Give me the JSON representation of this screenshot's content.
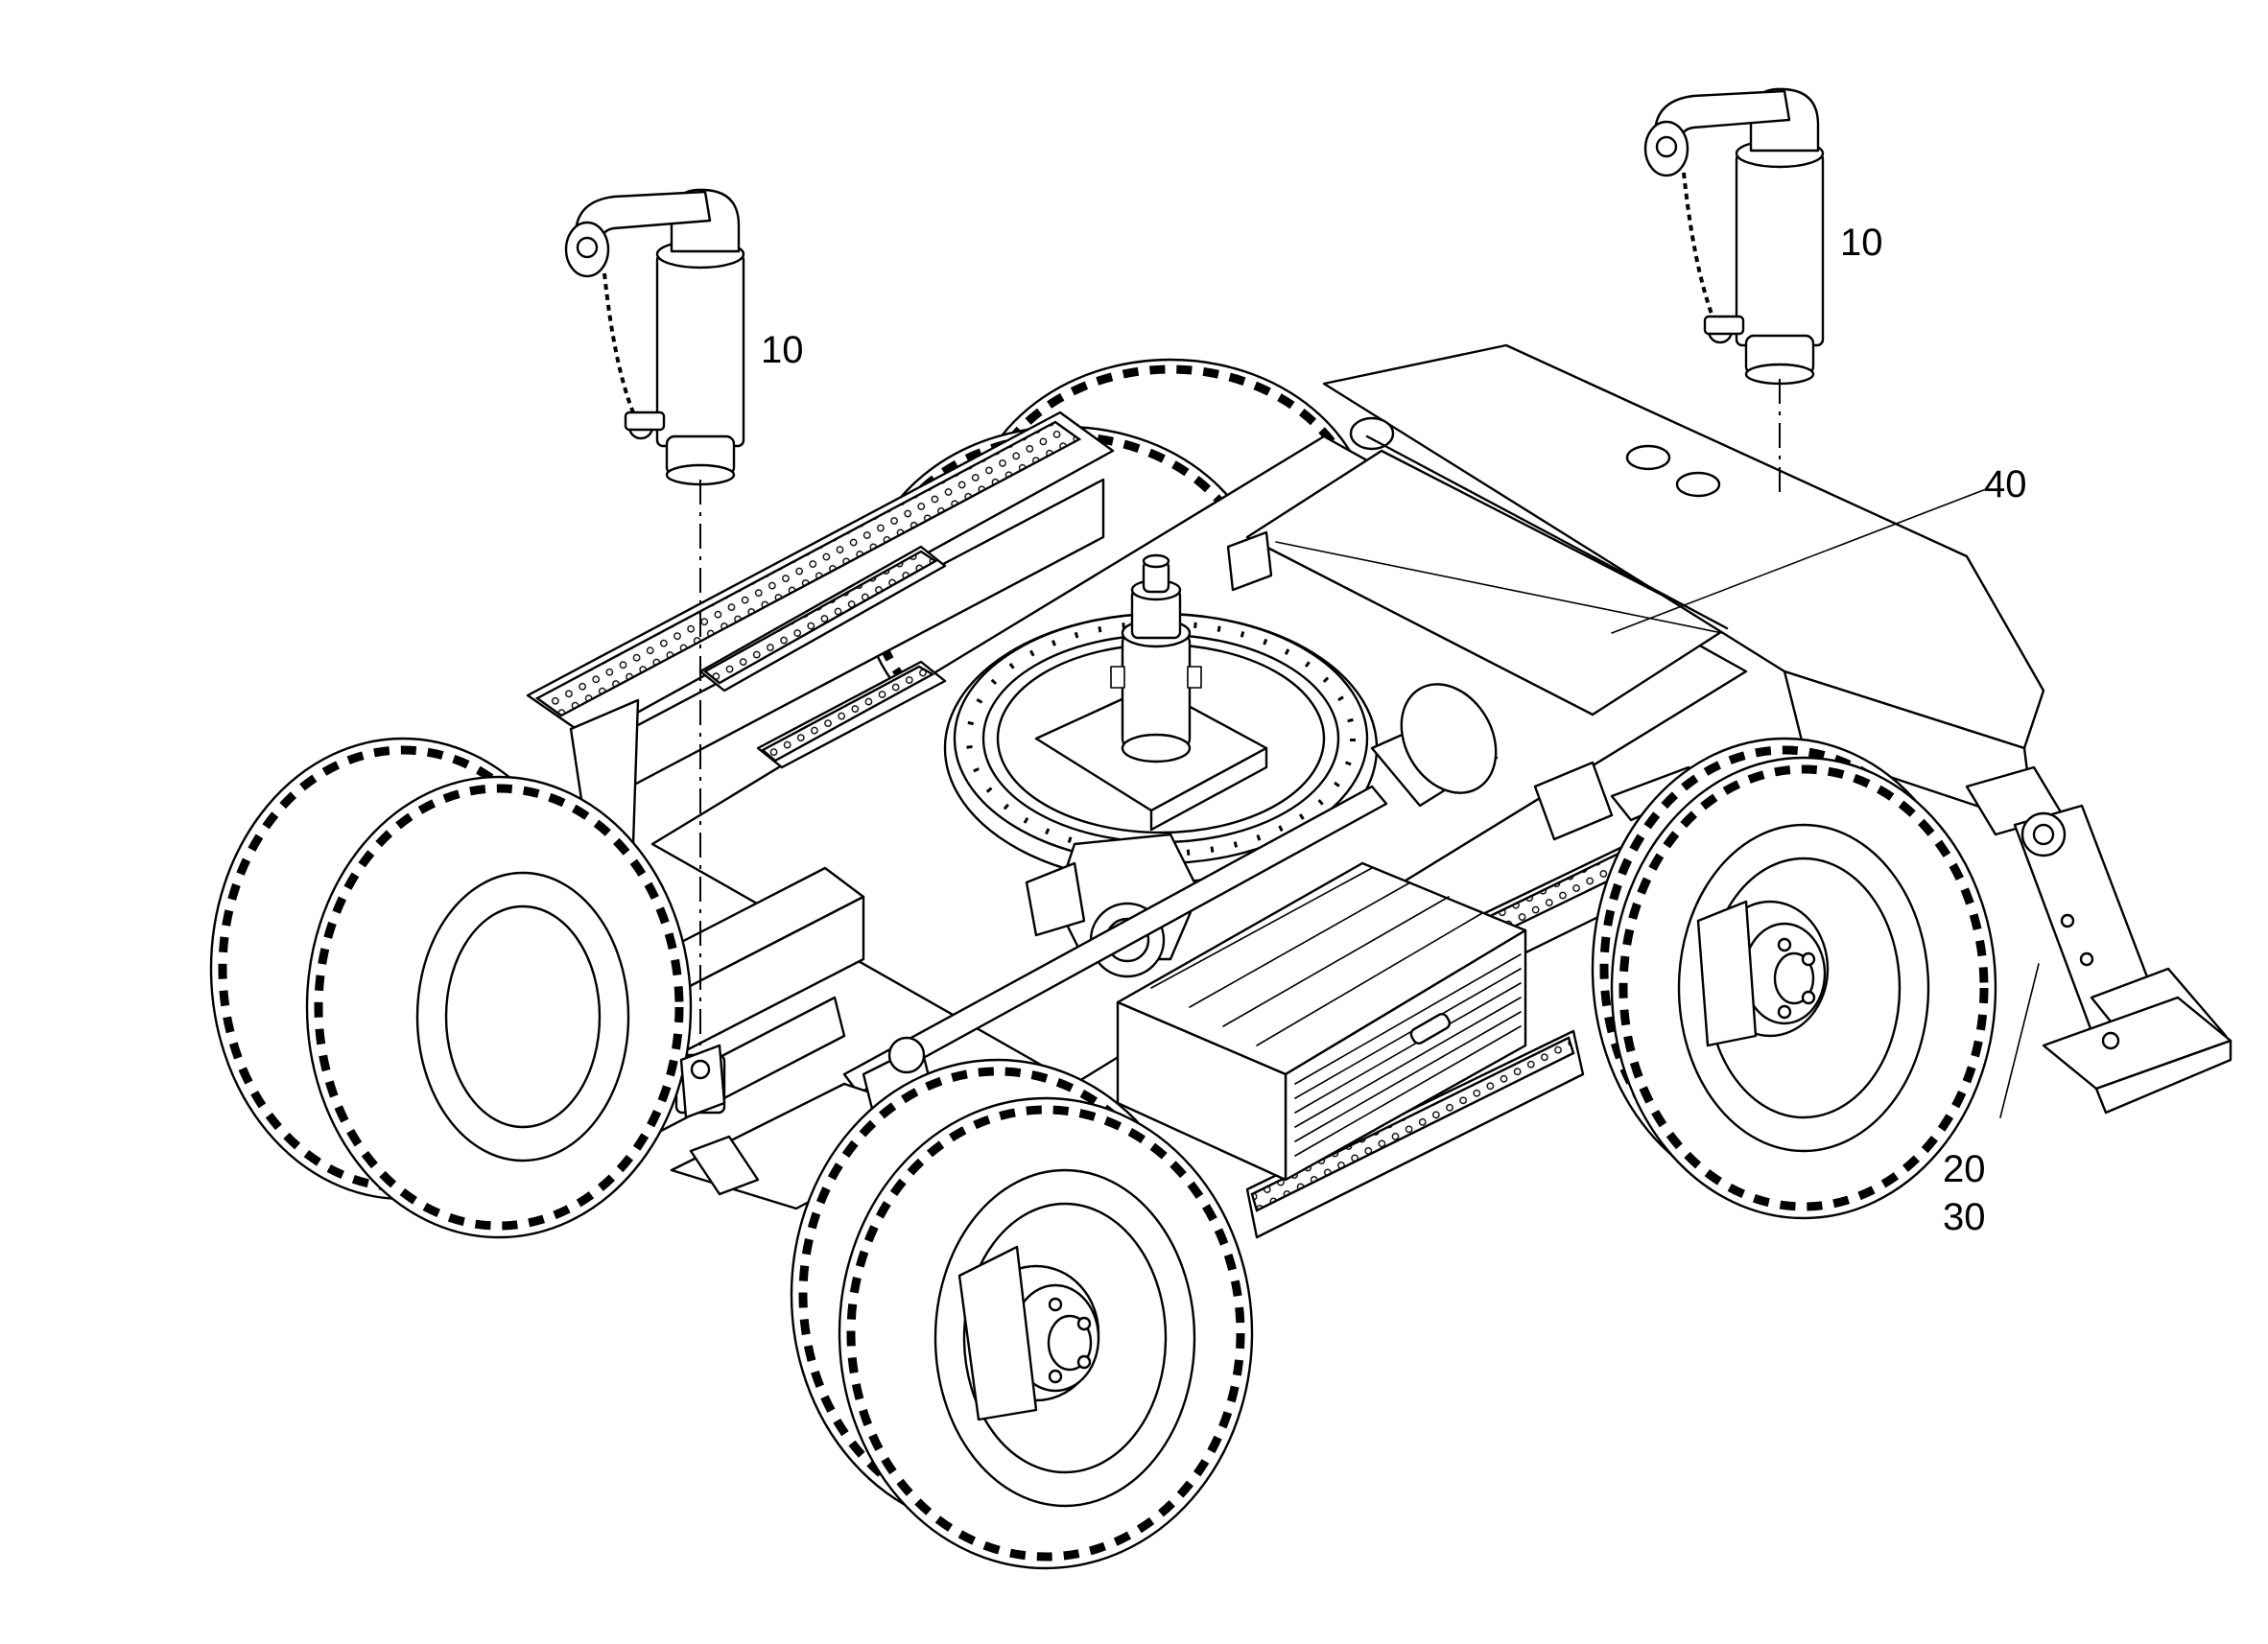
{
  "callouts": [
    {
      "id": "pin-left",
      "text": "10"
    },
    {
      "id": "pin-right",
      "text": "10"
    },
    {
      "id": "cover-plate",
      "text": "40"
    },
    {
      "id": "support-leg-a",
      "text": "20"
    },
    {
      "id": "support-leg-b",
      "text": "30"
    }
  ],
  "colors": {
    "ink": "#000000",
    "paper": "#ffffff"
  }
}
